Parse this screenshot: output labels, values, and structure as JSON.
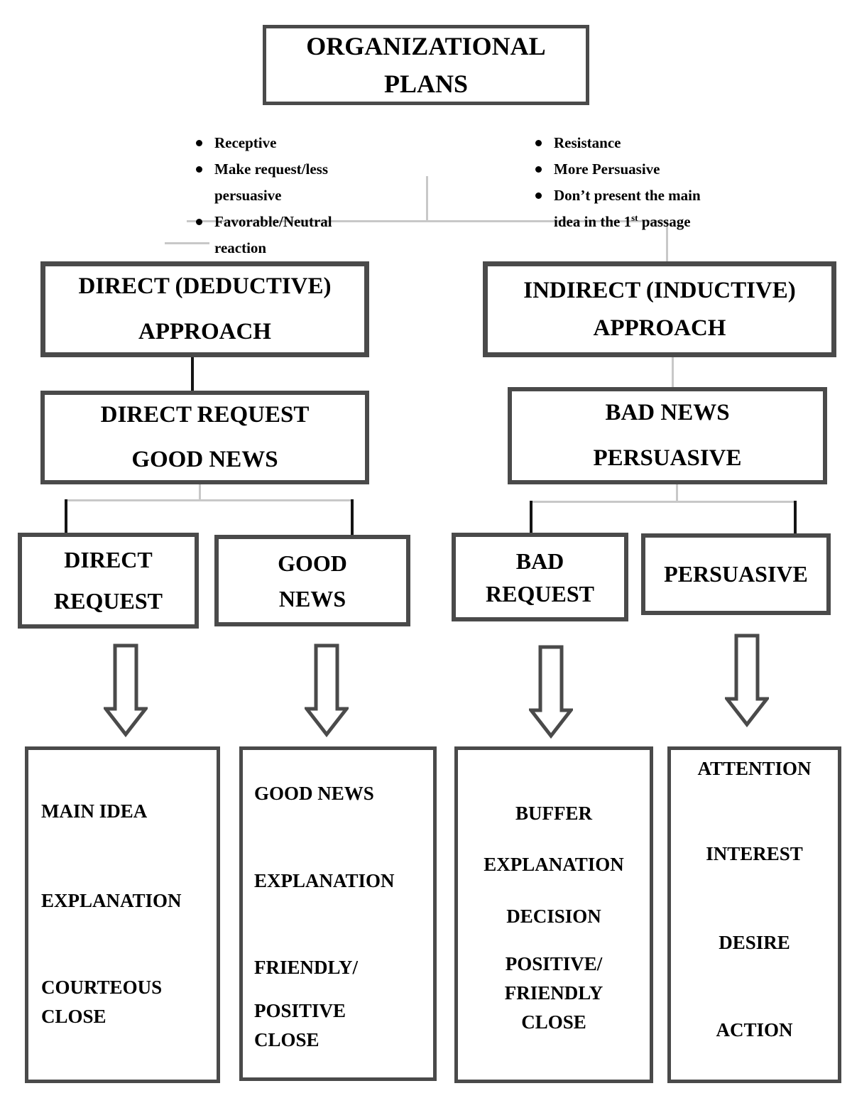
{
  "colors": {
    "box_border": "#4a4a4a",
    "connector_gray": "#c8c8c8",
    "connector_black": "#141414",
    "text": "#000000",
    "background": "#ffffff"
  },
  "title": {
    "line1": "ORGANIZATIONAL",
    "line2": "PLANS"
  },
  "left_notes": {
    "items": [
      {
        "text": "Receptive"
      },
      {
        "text": "Make request/less persuasive"
      },
      {
        "text": "Favorable/Neutral reaction"
      }
    ]
  },
  "right_notes": {
    "items": [
      {
        "text": "Resistance"
      },
      {
        "text": "More Persuasive"
      },
      {
        "line1": "Don’t present the main",
        "line2_pre": "idea in the 1",
        "line2_sup": "st",
        "line2_post": " passage"
      }
    ]
  },
  "approach_left": {
    "line1": "DIRECT (DEDUCTIVE)",
    "line2": "APPROACH"
  },
  "approach_right": {
    "line1": "INDIRECT (INDUCTIVE)",
    "line2": "APPROACH"
  },
  "plan_left": {
    "line1": "DIRECT REQUEST",
    "line2": "GOOD NEWS"
  },
  "plan_right": {
    "line1": "BAD NEWS",
    "line2": "PERSUASIVE"
  },
  "types": [
    {
      "line1": "DIRECT",
      "line2": "REQUEST"
    },
    {
      "line1": "GOOD",
      "line2": "NEWS"
    },
    {
      "line1": "BAD",
      "line2": "REQUEST"
    },
    {
      "line1": "PERSUASIVE"
    }
  ],
  "outlines": [
    {
      "items": [
        "MAIN IDEA",
        "EXPLANATION",
        "COURTEOUS CLOSE"
      ]
    },
    {
      "items": [
        "GOOD NEWS",
        "EXPLANATION",
        "FRIENDLY/",
        "POSITIVE CLOSE"
      ]
    },
    {
      "items": [
        "BUFFER",
        "EXPLANATION",
        "DECISION",
        "POSITIVE/ FRIENDLY CLOSE"
      ]
    },
    {
      "items": [
        "ATTENTION",
        "INTEREST",
        "DESIRE",
        "ACTION"
      ]
    }
  ]
}
